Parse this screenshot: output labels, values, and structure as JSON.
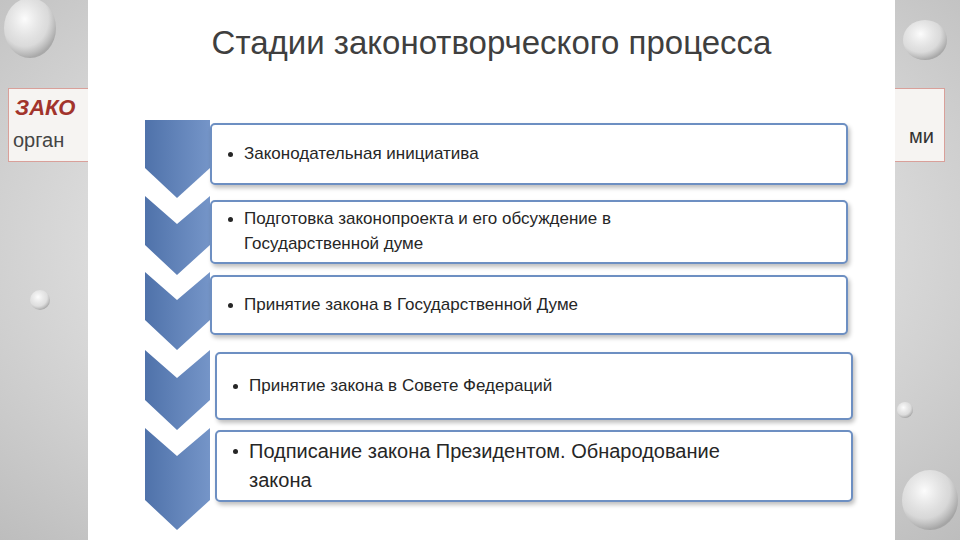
{
  "diagram": {
    "title": "Стадии законотворческого процесса",
    "nodes": [
      {
        "text": [
          "ЗАКО",
          "ми",
          "орган"
        ]
      },
      {
        "text": [
          "Законодательная инициатива"
        ]
      },
      {
        "text": [
          "Подготовка законопроекта и его обсуждение в Государственной думе"
        ]
      },
      {
        "text": [
          "Принятие закона в Государственной Думе"
        ]
      },
      {
        "text": [
          "Принятие закона в Совете Федераций"
        ]
      },
      {
        "text": [
          "Подписание закона Президентом. Обнародование закона"
        ]
      }
    ]
  }
}
